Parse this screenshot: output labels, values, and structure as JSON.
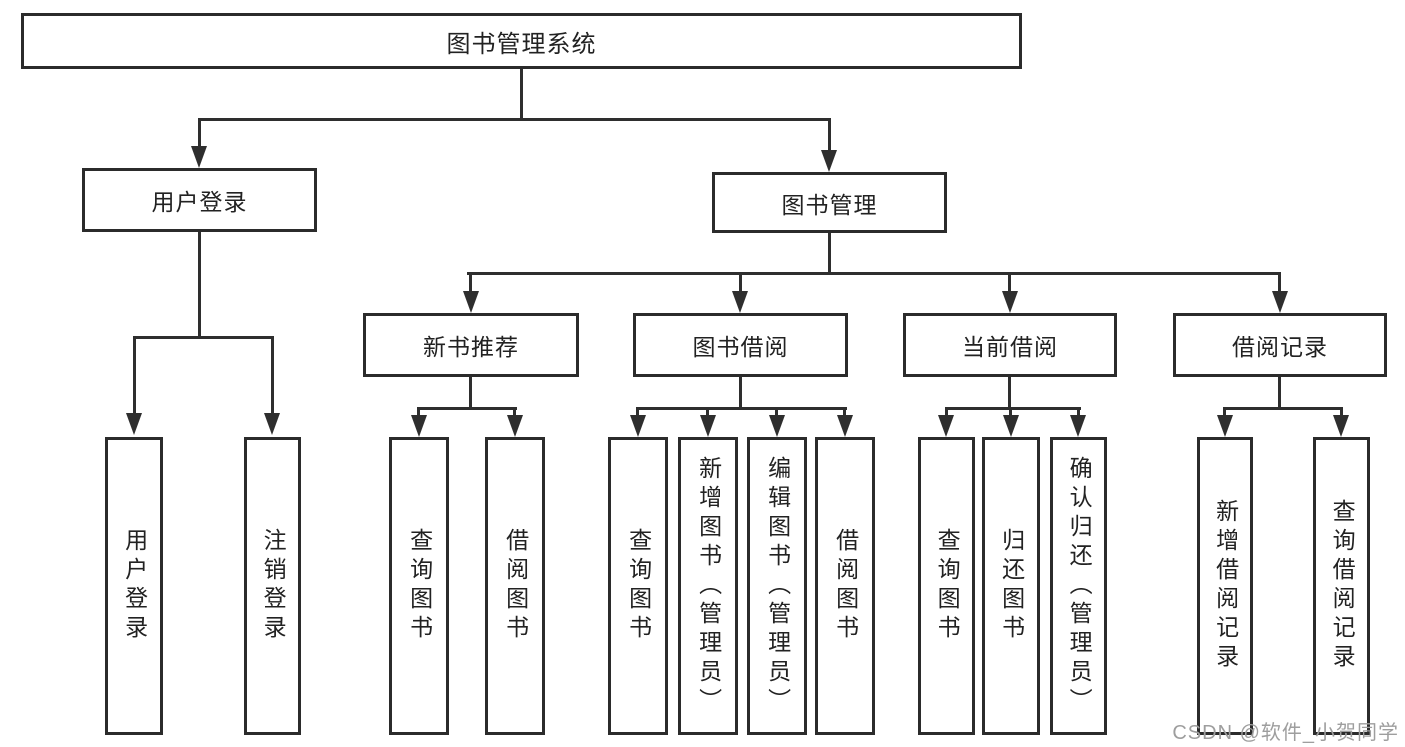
{
  "colors": {
    "line": "#2e2e2e",
    "box_border": "#2b2b2b",
    "text": "#222222",
    "background": "#ffffff",
    "watermark": "#9e9e9e"
  },
  "watermark": {
    "text": "CSDN @软件_小贺同学"
  },
  "diagram": {
    "root": {
      "label": "图书管理系统"
    },
    "branches": [
      {
        "label": "用户登录",
        "children": [
          {
            "label": "用户登录"
          },
          {
            "label": "注销登录"
          }
        ]
      },
      {
        "label": "图书管理",
        "children": [
          {
            "label": "新书推荐",
            "children": [
              {
                "label": "查询图书"
              },
              {
                "label": "借阅图书"
              }
            ]
          },
          {
            "label": "图书借阅",
            "children": [
              {
                "label": "查询图书"
              },
              {
                "label": "新增图书（管理员）"
              },
              {
                "label": "编辑图书（管理员）"
              },
              {
                "label": "借阅图书"
              }
            ]
          },
          {
            "label": "当前借阅",
            "children": [
              {
                "label": "查询图书"
              },
              {
                "label": "归还图书"
              },
              {
                "label": "确认归还（管理员）"
              }
            ]
          },
          {
            "label": "借阅记录",
            "children": [
              {
                "label": "新增借阅记录"
              },
              {
                "label": "查询借阅记录"
              }
            ]
          }
        ]
      }
    ]
  }
}
